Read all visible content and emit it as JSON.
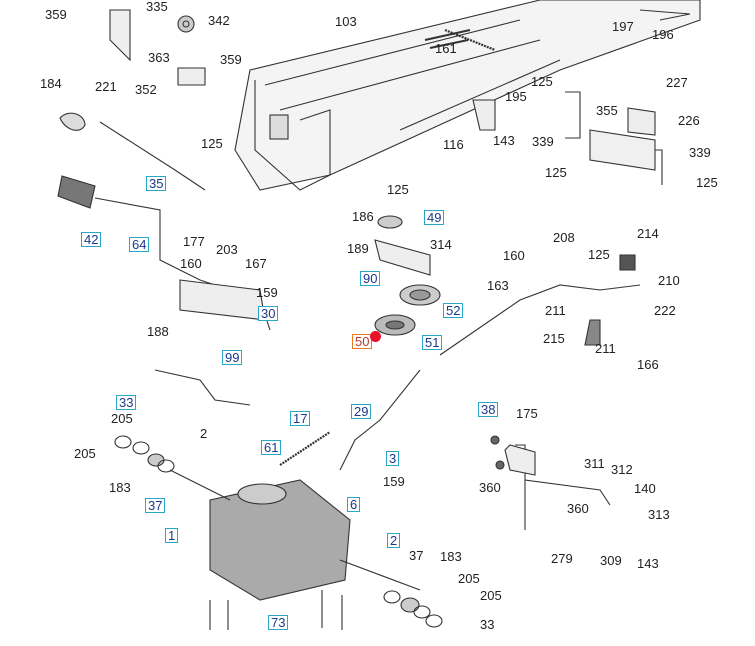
{
  "diagram": {
    "selected_part": "50",
    "labels": [
      {
        "id": "359a",
        "text": "359"
      },
      {
        "id": "335",
        "text": "335"
      },
      {
        "id": "342",
        "text": "342"
      },
      {
        "id": "103",
        "text": "103"
      },
      {
        "id": "161",
        "text": "161"
      },
      {
        "id": "197",
        "text": "197"
      },
      {
        "id": "196",
        "text": "196"
      },
      {
        "id": "363",
        "text": "363"
      },
      {
        "id": "359b",
        "text": "359"
      },
      {
        "id": "352",
        "text": "352"
      },
      {
        "id": "184",
        "text": "184"
      },
      {
        "id": "221",
        "text": "221"
      },
      {
        "id": "125a",
        "text": "125"
      },
      {
        "id": "195",
        "text": "195"
      },
      {
        "id": "227",
        "text": "227"
      },
      {
        "id": "355",
        "text": "355"
      },
      {
        "id": "226",
        "text": "226"
      },
      {
        "id": "339a",
        "text": "339"
      },
      {
        "id": "143a",
        "text": "143"
      },
      {
        "id": "116",
        "text": "116"
      },
      {
        "id": "125b",
        "text": "125"
      },
      {
        "id": "339b",
        "text": "339"
      },
      {
        "id": "125c",
        "text": "125"
      },
      {
        "id": "125d",
        "text": "125"
      },
      {
        "id": "125e",
        "text": "125"
      },
      {
        "id": "186",
        "text": "186"
      },
      {
        "id": "189",
        "text": "189"
      },
      {
        "id": "314",
        "text": "314"
      },
      {
        "id": "177",
        "text": "177"
      },
      {
        "id": "203",
        "text": "203"
      },
      {
        "id": "160a",
        "text": "160"
      },
      {
        "id": "167",
        "text": "167"
      },
      {
        "id": "159a",
        "text": "159"
      },
      {
        "id": "188",
        "text": "188"
      },
      {
        "id": "208",
        "text": "208"
      },
      {
        "id": "214",
        "text": "214"
      },
      {
        "id": "160b",
        "text": "160"
      },
      {
        "id": "125f",
        "text": "125"
      },
      {
        "id": "163",
        "text": "163"
      },
      {
        "id": "210",
        "text": "210"
      },
      {
        "id": "211a",
        "text": "211"
      },
      {
        "id": "222",
        "text": "222"
      },
      {
        "id": "215",
        "text": "215"
      },
      {
        "id": "211b",
        "text": "211"
      },
      {
        "id": "166",
        "text": "166"
      },
      {
        "id": "205a",
        "text": "205"
      },
      {
        "id": "2a",
        "text": "2"
      },
      {
        "id": "205b",
        "text": "205"
      },
      {
        "id": "183a",
        "text": "183"
      },
      {
        "id": "159b",
        "text": "159"
      },
      {
        "id": "175",
        "text": "175"
      },
      {
        "id": "311",
        "text": "311"
      },
      {
        "id": "312",
        "text": "312"
      },
      {
        "id": "140",
        "text": "140"
      },
      {
        "id": "360a",
        "text": "360"
      },
      {
        "id": "360b",
        "text": "360"
      },
      {
        "id": "313",
        "text": "313"
      },
      {
        "id": "279",
        "text": "279"
      },
      {
        "id": "309",
        "text": "309"
      },
      {
        "id": "143b",
        "text": "143"
      },
      {
        "id": "37a",
        "text": "37"
      },
      {
        "id": "183b",
        "text": "183"
      },
      {
        "id": "205c",
        "text": "205"
      },
      {
        "id": "205d",
        "text": "205"
      },
      {
        "id": "33a",
        "text": "33"
      }
    ],
    "boxed_parts": [
      {
        "id": "35",
        "text": "35"
      },
      {
        "id": "42",
        "text": "42"
      },
      {
        "id": "64",
        "text": "64"
      },
      {
        "id": "49",
        "text": "49"
      },
      {
        "id": "90",
        "text": "90"
      },
      {
        "id": "52",
        "text": "52"
      },
      {
        "id": "50",
        "text": "50"
      },
      {
        "id": "51",
        "text": "51"
      },
      {
        "id": "30",
        "text": "30"
      },
      {
        "id": "99",
        "text": "99"
      },
      {
        "id": "33",
        "text": "33"
      },
      {
        "id": "37",
        "text": "37"
      },
      {
        "id": "17",
        "text": "17"
      },
      {
        "id": "61",
        "text": "61"
      },
      {
        "id": "29",
        "text": "29"
      },
      {
        "id": "3",
        "text": "3"
      },
      {
        "id": "6",
        "text": "6"
      },
      {
        "id": "38",
        "text": "38"
      },
      {
        "id": "1",
        "text": "1"
      },
      {
        "id": "2",
        "text": "2"
      },
      {
        "id": "73",
        "text": "73"
      }
    ]
  }
}
